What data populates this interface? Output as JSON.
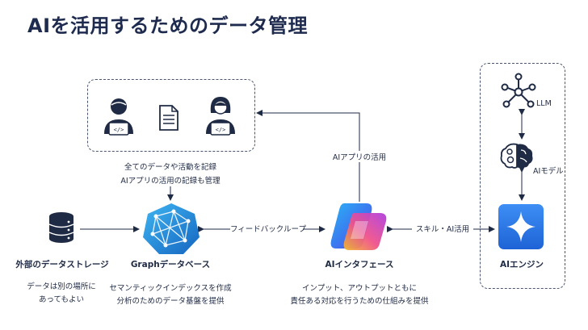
{
  "title": "AIを活用するためのデータ管理",
  "users_box": {
    "caption_line1": "全てのデータや活動を記録",
    "caption_line2": "AIアプリの活用の記録も管理"
  },
  "arrows": {
    "ai_app_usage": "AIアプリの活用",
    "feedback_loop": "フィードバックループ",
    "skill_ai_usage": "スキル・AI活用"
  },
  "external_storage": {
    "label": "外部のデータストレージ",
    "desc_line1": "データは別の場所に",
    "desc_line2": "あってもよい"
  },
  "graph_db": {
    "label": "Graphデータベース",
    "desc_line1": "セマンティックインデックスを作成",
    "desc_line2": "分析のためのデータ基盤を提供"
  },
  "ai_interface": {
    "label": "AIインタフェース",
    "desc_line1": "インプット、アウトプットともに",
    "desc_line2": "責任ある対応を行うための仕組みを提供"
  },
  "ai_stack": {
    "llm_label": "LLM",
    "model_label": "AIモデル",
    "engine_label": "AIエンジン"
  }
}
